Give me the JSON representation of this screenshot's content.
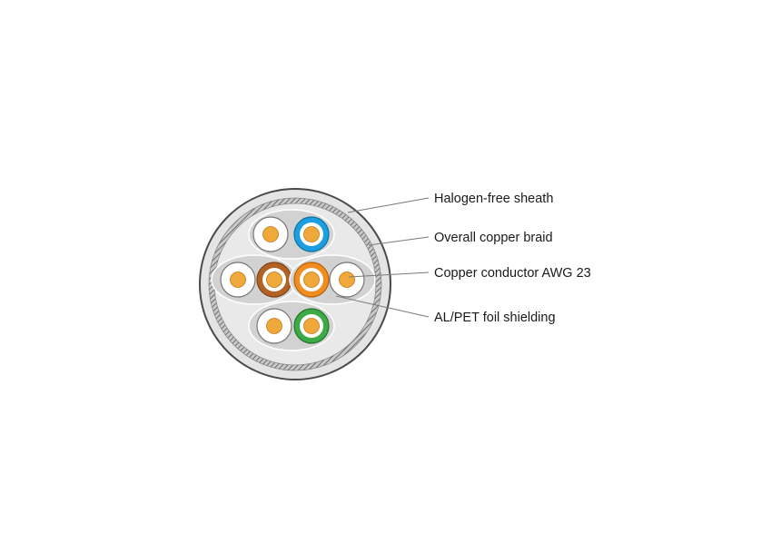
{
  "diagram": {
    "callouts": [
      {
        "label": "Halogen-free sheath"
      },
      {
        "label": "Overall copper braid"
      },
      {
        "label": "Copper conductor AWG 23"
      },
      {
        "label": "AL/PET foil shielding"
      }
    ],
    "pairs": [
      {
        "wires": [
          "white",
          "blue"
        ]
      },
      {
        "wires": [
          "white",
          "brown"
        ]
      },
      {
        "wires": [
          "orange",
          "white"
        ]
      },
      {
        "wires": [
          "white",
          "green"
        ]
      }
    ],
    "colors": {
      "sheath": "#e4e4e4",
      "sheath_outline": "#4a4a4a",
      "braid": "#6e6e6e",
      "cable_interior": "#e8e8e8",
      "foil_shield": "#d0d0d0",
      "conductor_copper": "#f0a83a",
      "insulation_white": "#ffffff",
      "insulation_blue": "#1b9fe0",
      "insulation_brown": "#b36224",
      "insulation_orange": "#f08d1e",
      "insulation_green": "#3daa47"
    }
  }
}
